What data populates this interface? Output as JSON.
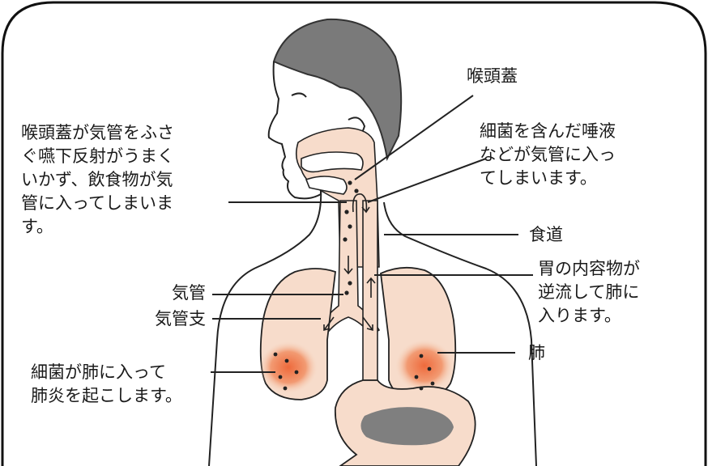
{
  "labels": {
    "epiglottis": "喉頭蓋",
    "saliva": "細菌を含んだ唾液\nなどが気管に入っ\nてしまいます。",
    "swallow_reflex": "喉頭蓋が気管をふさ\nぐ嚥下反射がうまく\nいかず、飲食物が気\n管に入ってしまいま\nす。",
    "esophagus": "食道",
    "stomach_reflux": "胃の内容物が\n逆流して肺に\n入ります。",
    "trachea": "気管",
    "bronchi": "気管支",
    "lung": "肺",
    "pneumonia": "細菌が肺に入って\n肺炎を起こします。"
  }
}
